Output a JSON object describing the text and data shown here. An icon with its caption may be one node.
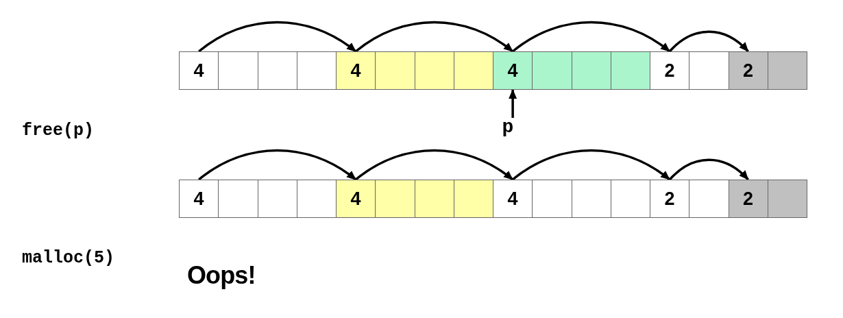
{
  "diagram": {
    "nodes": [
      {
        "text": [
          "4"
        ]
      },
      {
        "text": [],
        "shape": "box"
      },
      {
        "text": [],
        "shape": "box"
      },
      {
        "text": [],
        "shape": "box"
      },
      {
        "text": [
          "4"
        ]
      },
      {
        "text": [],
        "shape": "box"
      },
      {
        "text": [],
        "shape": "box"
      },
      {
        "text": [],
        "shape": "box"
      },
      {
        "text": [
          "4"
        ]
      },
      {
        "text": [],
        "shape": "box"
      },
      {
        "text": [],
        "shape": "box"
      },
      {
        "text": [],
        "shape": "box"
      },
      {
        "text": [
          "2"
        ]
      },
      {
        "text": [],
        "shape": "box"
      },
      {
        "text": [
          "2"
        ]
      },
      {
        "text": [],
        "shape": "box"
      },
      {
        "text": [
          "p"
        ]
      },
      {
        "text": [
          "4"
        ]
      },
      {
        "text": [],
        "shape": "box"
      },
      {
        "text": [],
        "shape": "box"
      },
      {
        "text": [],
        "shape": "box"
      },
      {
        "text": [
          "4"
        ]
      },
      {
        "text": [],
        "shape": "box"
      },
      {
        "text": [],
        "shape": "box"
      },
      {
        "text": [],
        "shape": "box"
      },
      {
        "text": [
          "4"
        ]
      },
      {
        "text": [],
        "shape": "box"
      },
      {
        "text": [],
        "shape": "box"
      },
      {
        "text": [],
        "shape": "box"
      },
      {
        "text": [
          "2"
        ]
      },
      {
        "text": [],
        "shape": "box"
      },
      {
        "text": [
          "2"
        ]
      },
      {
        "text": [],
        "shape": "box"
      }
    ],
    "edges": [
      {
        "from": 0,
        "to": 4,
        "arrow": "to"
      },
      {
        "from": 4,
        "to": 8,
        "arrow": "to"
      },
      {
        "from": 8,
        "to": 12,
        "arrow": "to"
      },
      {
        "from": 12,
        "to": 14,
        "arrow": "to"
      },
      {
        "from": 16,
        "to": 8,
        "arrow": "to"
      },
      {
        "from": 17,
        "to": 21,
        "arrow": "to"
      },
      {
        "from": 21,
        "to": 25,
        "arrow": "to"
      },
      {
        "from": 25,
        "to": 29,
        "arrow": "to"
      },
      {
        "from": 29,
        "to": 31,
        "arrow": "to"
      }
    ],
    "labels": [
      "free(p)",
      "malloc(5)",
      "Oops!"
    ]
  }
}
